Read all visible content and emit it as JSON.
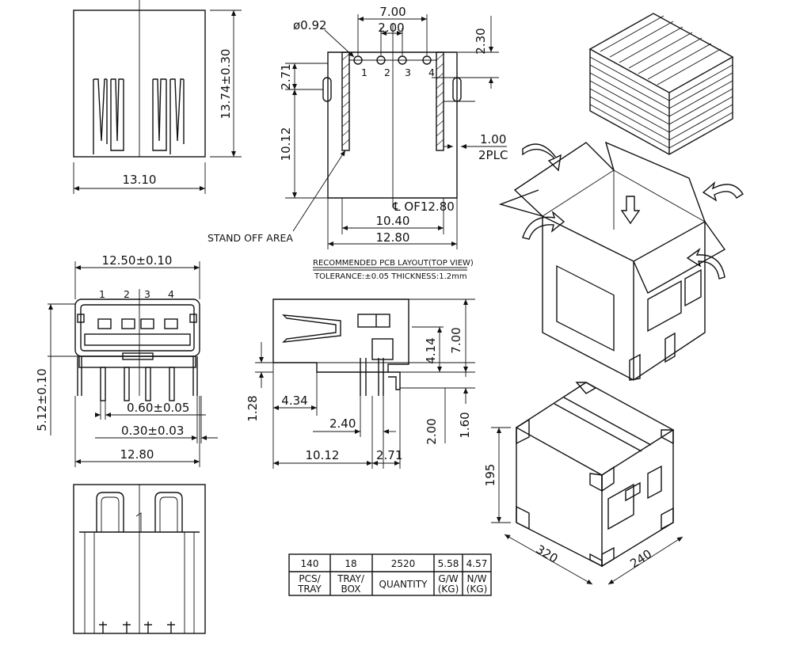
{
  "top_view": {
    "dim_width": "13.10",
    "dim_height": "13.74±0.30"
  },
  "pcb_layout": {
    "dim_diameter": "ø0.92",
    "dim_pitch_outer": "7.00",
    "dim_pitch_inner": "2.00",
    "dim_top_offset": "2.30",
    "dim_slot_offset": "2.71",
    "dim_slot_length": "10.12",
    "dim_slot_width": "1.00",
    "slot_count_note": "2PLC",
    "centerline_note": "℄ OF12.80",
    "dim_inner_width": "10.40",
    "dim_outer_width": "12.80",
    "standoff_label": "STAND OFF AREA",
    "pin_labels": [
      "1",
      "2",
      "3",
      "4"
    ],
    "caption_title": "RECOMMENDED PCB LAYOUT(TOP VIEW)",
    "caption_sub": "TOLERANCE:±0.05 THICKNESS:1.2mm"
  },
  "front_view": {
    "dim_top_width": "12.50±0.10",
    "dim_height": "5.12±0.10",
    "dim_pin_width": "0.60±0.05",
    "dim_pin_thickness": "0.30±0.03",
    "dim_bottom_width": "12.80",
    "pin_labels": [
      "1",
      "2",
      "3",
      "4"
    ]
  },
  "side_view": {
    "dim_height": "7.00",
    "dim_mid": "4.14",
    "dim_left_small": "1.28",
    "dim_4_34": "4.34",
    "dim_2_40": "2.40",
    "dim_2_00": "2.00",
    "dim_1_60": "1.60",
    "dim_10_12": "10.12",
    "dim_2_71": "2.71"
  },
  "packing_table": {
    "values": [
      "140",
      "18",
      "2520",
      "5.58",
      "4.57"
    ],
    "labels": [
      [
        "PCS/",
        "TRAY"
      ],
      [
        "TRAY/",
        "BOX"
      ],
      [
        "QUANTITY"
      ],
      [
        "G/W",
        "(KG)"
      ],
      [
        "N/W",
        "(KG)"
      ]
    ]
  },
  "carton": {
    "dim_height": "195",
    "dim_length": "320",
    "dim_width": "240"
  },
  "icons": [
    "arrow-down-icon",
    "flap-arrow-icon"
  ]
}
